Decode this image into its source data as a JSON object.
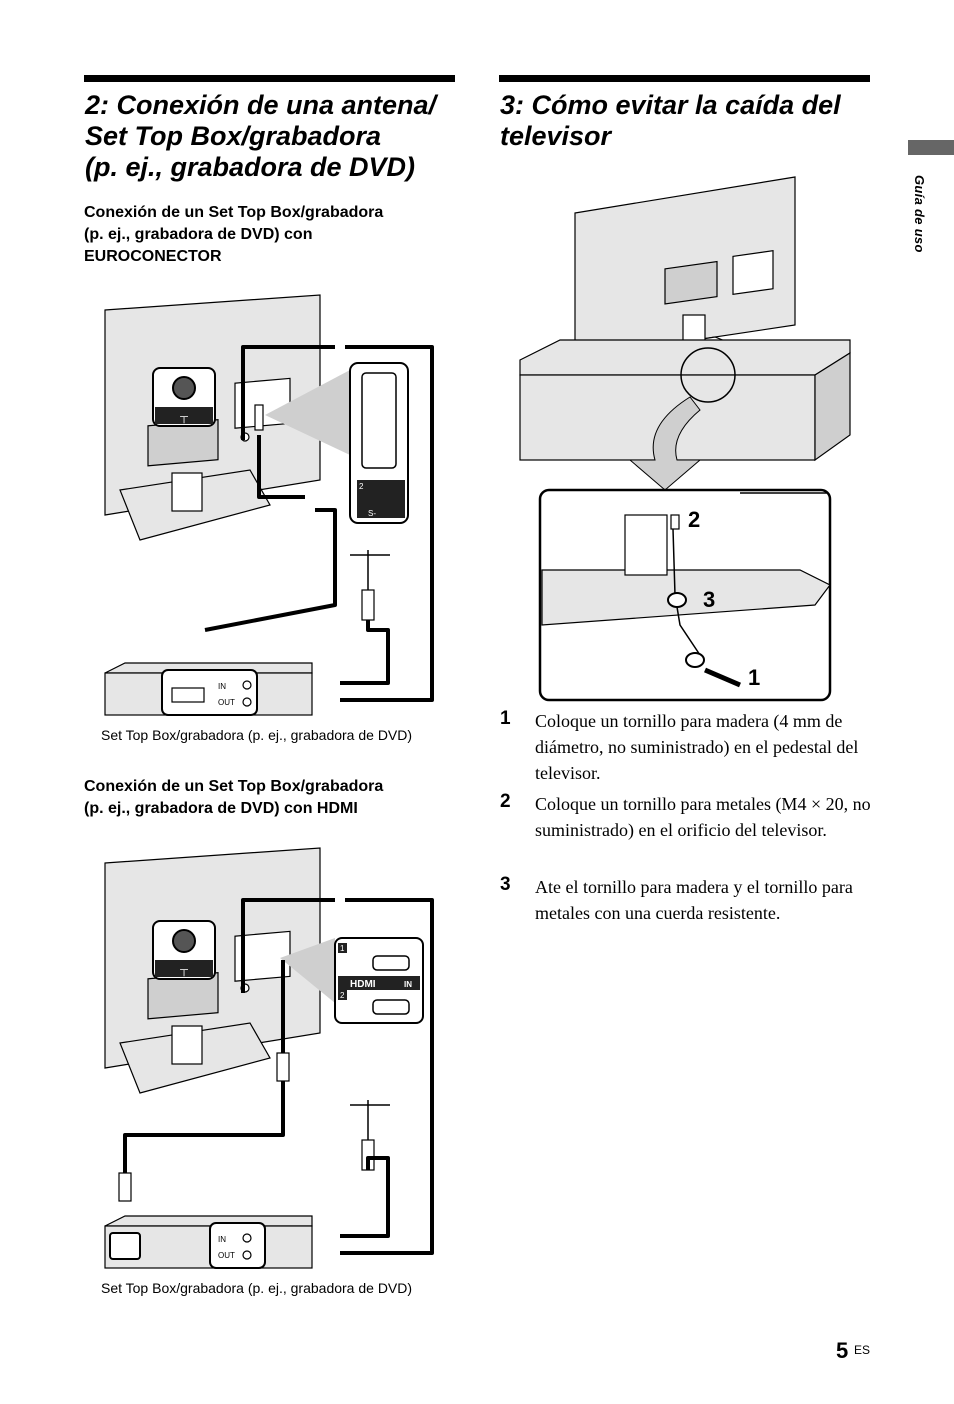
{
  "section2": {
    "title_line1": "2: Conexión de una antena/",
    "title_line2": "Set Top Box/grabadora",
    "title_line3": "(p. ej., grabadora de DVD)",
    "scart_heading_line1": "Conexión de un Set Top Box/grabadora",
    "scart_heading_line2": "(p. ej., grabadora de DVD) con",
    "scart_heading_line3": "EUROCONECTOR",
    "scart_caption": "Set Top Box/grabadora (p. ej., grabadora de DVD)",
    "hdmi_heading_line1": "Conexión de un Set Top Box/grabadora",
    "hdmi_heading_line2": "(p. ej., grabadora de DVD) con HDMI",
    "hdmi_caption": "Set Top Box/grabadora (p. ej., grabadora de DVD)",
    "diagram_labels": {
      "in": "IN",
      "out": "OUT",
      "scart_port_number": "2",
      "svideo": "S-",
      "hdmi_port1": "1",
      "hdmi_port2": "2",
      "hdmi_logo": "HDMI",
      "hdmi_in": "IN"
    }
  },
  "section3": {
    "title_line1": "3: Cómo evitar la caída del",
    "title_line2": "televisor",
    "diagram_numbers": [
      "2",
      "3",
      "1"
    ],
    "steps": [
      {
        "num": "1",
        "text": "Coloque un tornillo para madera (4 mm de diámetro, no suministrado) en el pedestal del televisor."
      },
      {
        "num": "2",
        "text": "Coloque un tornillo para metales (M4 × 20, no suministrado) en el orificio del televisor."
      },
      {
        "num": "3",
        "text": "Ate el tornillo para madera y el tornillo para metales con una cuerda resistente."
      }
    ]
  },
  "side_tab": {
    "label": "Guía de uso"
  },
  "footer": {
    "page_number": "5",
    "language": "ES"
  }
}
